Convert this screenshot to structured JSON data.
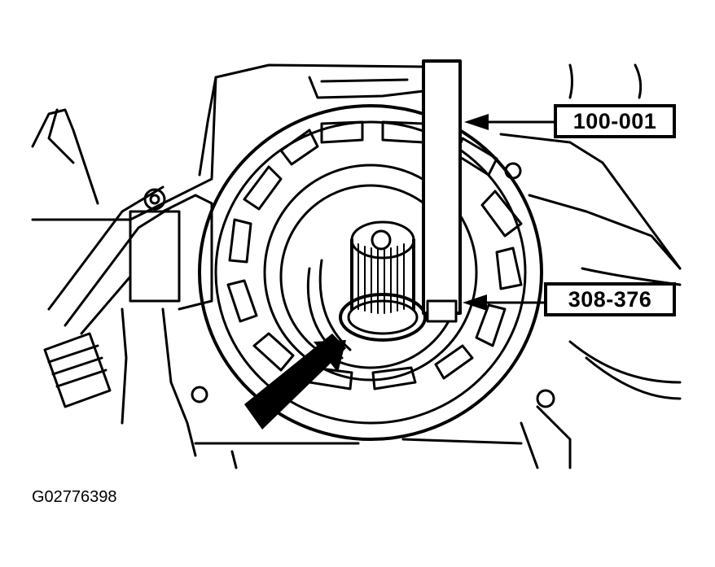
{
  "callouts": [
    {
      "label": "100-001"
    },
    {
      "label": "308-376"
    }
  ],
  "figure_id": "G02776398",
  "colors": {
    "ink": "#000000",
    "paper": "#ffffff"
  }
}
